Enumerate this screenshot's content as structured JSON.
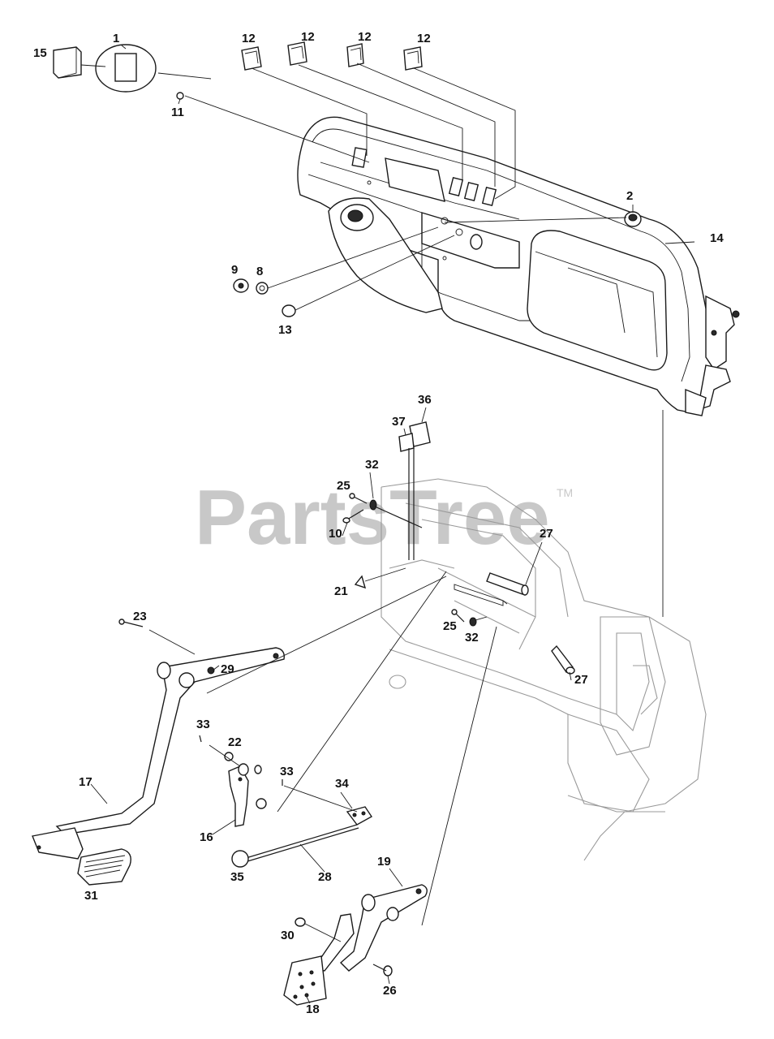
{
  "watermark": {
    "text": "PartsTree",
    "mark": "TM"
  },
  "callouts": [
    {
      "id": "c1",
      "label": "1"
    },
    {
      "id": "c15",
      "label": "15"
    },
    {
      "id": "c11",
      "label": "11"
    },
    {
      "id": "c12a",
      "label": "12"
    },
    {
      "id": "c12b",
      "label": "12"
    },
    {
      "id": "c12c",
      "label": "12"
    },
    {
      "id": "c12d",
      "label": "12"
    },
    {
      "id": "c2",
      "label": "2"
    },
    {
      "id": "c14",
      "label": "14"
    },
    {
      "id": "c9",
      "label": "9"
    },
    {
      "id": "c8",
      "label": "8"
    },
    {
      "id": "c13",
      "label": "13"
    },
    {
      "id": "c36",
      "label": "36"
    },
    {
      "id": "c37",
      "label": "37"
    },
    {
      "id": "c32a",
      "label": "32"
    },
    {
      "id": "c25a",
      "label": "25"
    },
    {
      "id": "c10",
      "label": "10"
    },
    {
      "id": "c27a",
      "label": "27"
    },
    {
      "id": "c21",
      "label": "21"
    },
    {
      "id": "c25b",
      "label": "25"
    },
    {
      "id": "c32b",
      "label": "32"
    },
    {
      "id": "c27b",
      "label": "27"
    },
    {
      "id": "c23",
      "label": "23"
    },
    {
      "id": "c29",
      "label": "29"
    },
    {
      "id": "c33a",
      "label": "33"
    },
    {
      "id": "c22",
      "label": "22"
    },
    {
      "id": "c33b",
      "label": "33"
    },
    {
      "id": "c34",
      "label": "34"
    },
    {
      "id": "c17",
      "label": "17"
    },
    {
      "id": "c16",
      "label": "16"
    },
    {
      "id": "c35",
      "label": "35"
    },
    {
      "id": "c28",
      "label": "28"
    },
    {
      "id": "c19",
      "label": "19"
    },
    {
      "id": "c31",
      "label": "31"
    },
    {
      "id": "c30",
      "label": "30"
    },
    {
      "id": "c26",
      "label": "26"
    },
    {
      "id": "c18",
      "label": "18"
    }
  ]
}
